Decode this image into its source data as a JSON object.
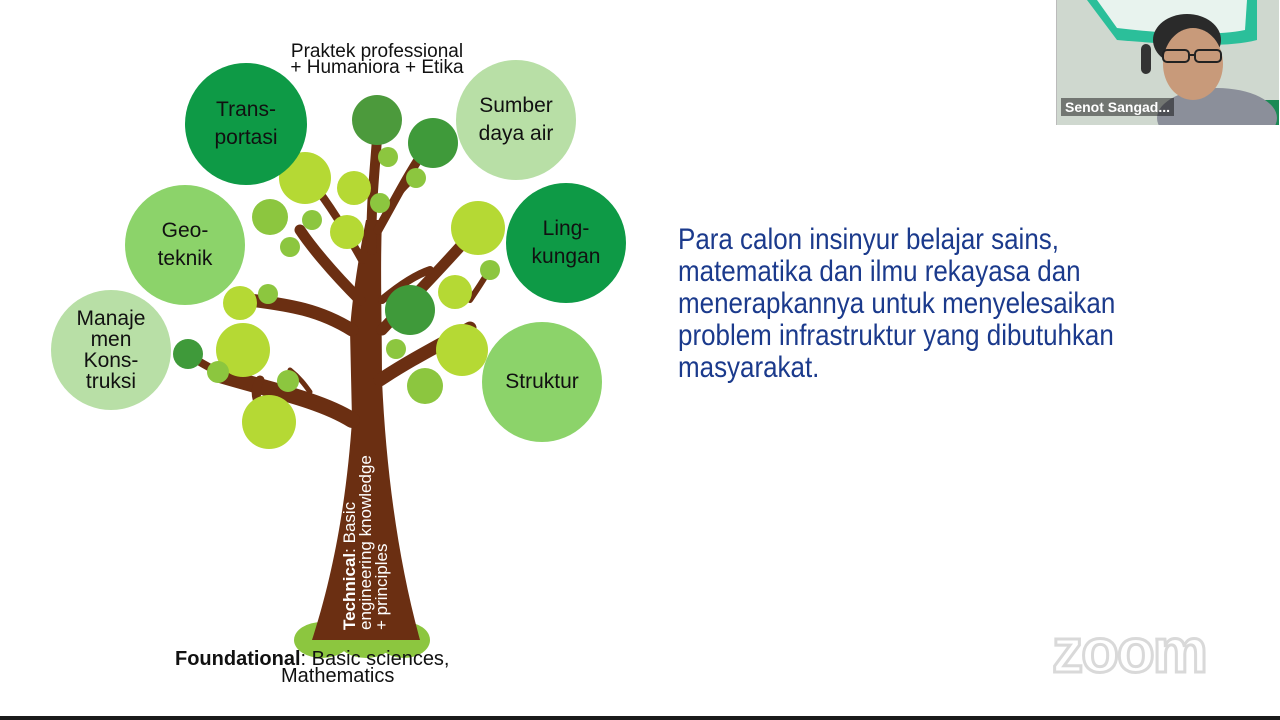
{
  "slide": {
    "header_line1": "Praktek professional",
    "header_line2": "+ Humaniora + Etika",
    "circles": {
      "transportasi": "Trans-\nportasi",
      "sumber_daya_air": "Sumber\ndaya air",
      "geoteknik": "Geo-\nteknik",
      "lingkungan": "Ling-\nkungan",
      "manajemen": "Manaje\nmen\nKons-\ntruksi",
      "struktur": "Struktur"
    },
    "trunk_bold": "Technical",
    "trunk_rest_line1": ": Basic",
    "trunk_line2": "engineering knowledge",
    "trunk_line3": "+ principles",
    "foundation_bold": "Foundational",
    "foundation_rest": ": Basic sciences,",
    "foundation_line2": "Mathematics",
    "body_text": "Para calon insinyur belajar sains,\nmatematika dan ilmu rekayasa dan\nmenerapkannya untuk menyelesaikan\nproblem infrastruktur yang dibutuhkan\nmasyarakat."
  },
  "video": {
    "participant_name": "Senot Sangad..."
  },
  "watermark": {
    "text": "zoom"
  },
  "colors": {
    "dark_green": "#0e9a46",
    "mid_green": "#8cd36a",
    "light_green": "#b8dfa6",
    "trunk_brown": "#6b2f12",
    "body_blue": "#1b3a8c"
  }
}
